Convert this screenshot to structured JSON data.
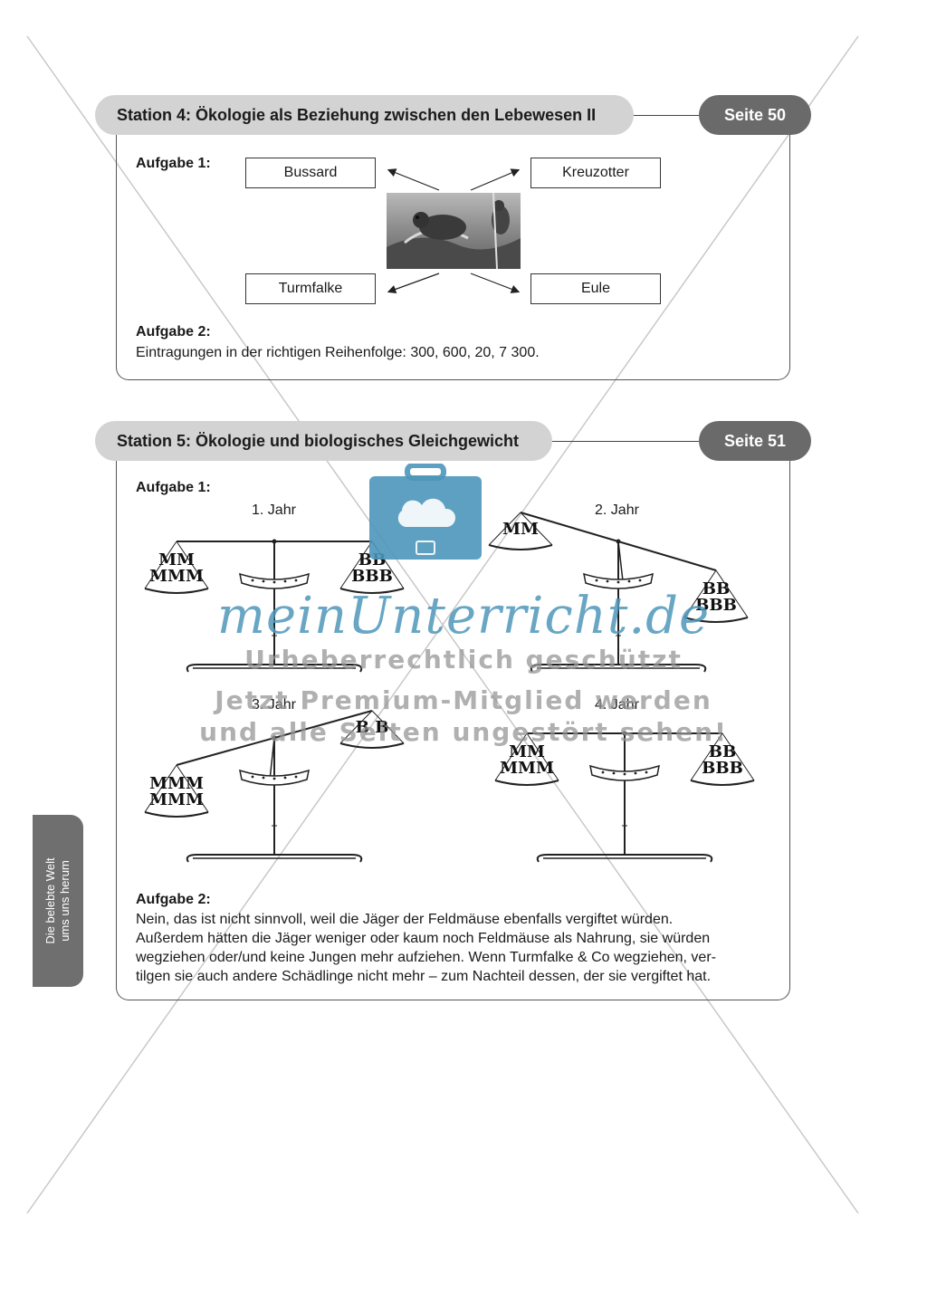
{
  "station4": {
    "title": "Station 4: Ökologie als Beziehung zwischen den Lebewesen II",
    "page": "Seite 50",
    "task1_label": "Aufgabe 1:",
    "animals": [
      "Bussard",
      "Kreuzotter",
      "Turmfalke",
      "Eule"
    ],
    "task2_label": "Aufgabe 2:",
    "task2_text": "Eintragungen in der richtigen Reihenfolge: 300, 600, 20, 7 300."
  },
  "station5": {
    "title": "Station 5: Ökologie und biologisches Gleichgewicht",
    "page": "Seite 51",
    "task1_label": "Aufgabe 1:",
    "scales": [
      {
        "year": "1. Jahr",
        "left_lines": [
          "MM",
          "MMM"
        ],
        "right_lines": [
          "BB",
          "BBB"
        ],
        "tilt": "balanced"
      },
      {
        "year": "2. Jahr",
        "left_lines": [
          "MM"
        ],
        "right_lines": [
          "BB",
          "BBB"
        ],
        "tilt": "right-down"
      },
      {
        "year": "3. Jahr",
        "left_lines": [
          "MMM",
          "MMM"
        ],
        "right_lines": [
          "B B"
        ],
        "tilt": "left-down"
      },
      {
        "year": "4. Jahr",
        "left_lines": [
          "MM",
          "MMM"
        ],
        "right_lines": [
          "BB",
          "BBB"
        ],
        "tilt": "balanced"
      }
    ],
    "task2_label": "Aufgabe 2:",
    "task2_lines": [
      "Nein, das ist nicht sinnvoll, weil die Jäger der Feldmäuse ebenfalls vergiftet würden.",
      "Außerdem hätten die Jäger weniger oder kaum noch Feldmäuse als Nahrung, sie würden",
      "wegziehen oder/und keine Jungen mehr aufziehen. Wenn Turmfalke & Co wegziehen, ver-",
      "tilgen sie auch andere Schädlinge nicht mehr – zum Nachteil dessen, der sie vergiftet hat."
    ]
  },
  "side_tab": [
    "Die belebte Welt",
    "ums uns herum"
  ],
  "watermark": {
    "logo": "meinUnterricht.de",
    "line1": "Urheberrechtlich geschützt",
    "line2": "Jetzt Premium-Mitglied werden",
    "line3": "und alle Seiten ungestört sehen!"
  },
  "colors": {
    "header_bg": "#d3d3d3",
    "page_pill_bg": "#6a6a6a",
    "watermark_blue": "#4d96ba",
    "watermark_gray": "#969696"
  }
}
